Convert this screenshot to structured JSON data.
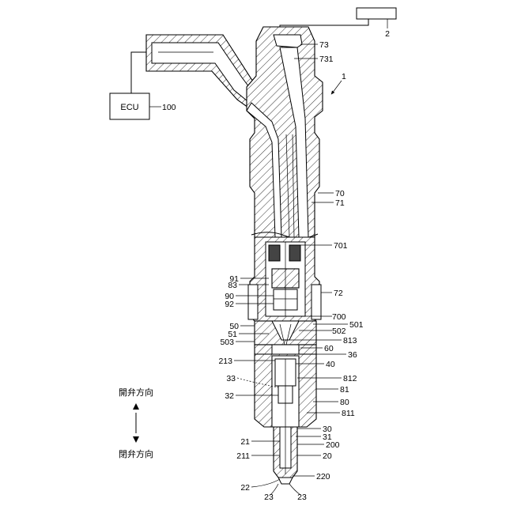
{
  "ecu": {
    "label": "ECU",
    "ref": "100"
  },
  "directions": {
    "open": "開弁方向",
    "close": "閉弁方向"
  },
  "labels": {
    "l2": "2",
    "l1": "1",
    "l73": "73",
    "l731": "731",
    "l70": "70",
    "l71": "71",
    "l701": "701",
    "l72": "72",
    "l91": "91",
    "l83": "83",
    "l90": "90",
    "l92": "92",
    "l700": "700",
    "l50": "50",
    "l51": "51",
    "l503": "503",
    "l501": "501",
    "l502": "502",
    "l813": "813",
    "l60": "60",
    "l36": "36",
    "l213": "213",
    "l40": "40",
    "l812": "812",
    "l33": "33",
    "l81": "81",
    "l32": "32",
    "l80": "80",
    "l811": "811",
    "l30": "30",
    "l21": "21",
    "l31": "31",
    "l200": "200",
    "l211": "211",
    "l20": "20",
    "l22": "22",
    "l220": "220",
    "l23a": "23",
    "l23b": "23"
  }
}
